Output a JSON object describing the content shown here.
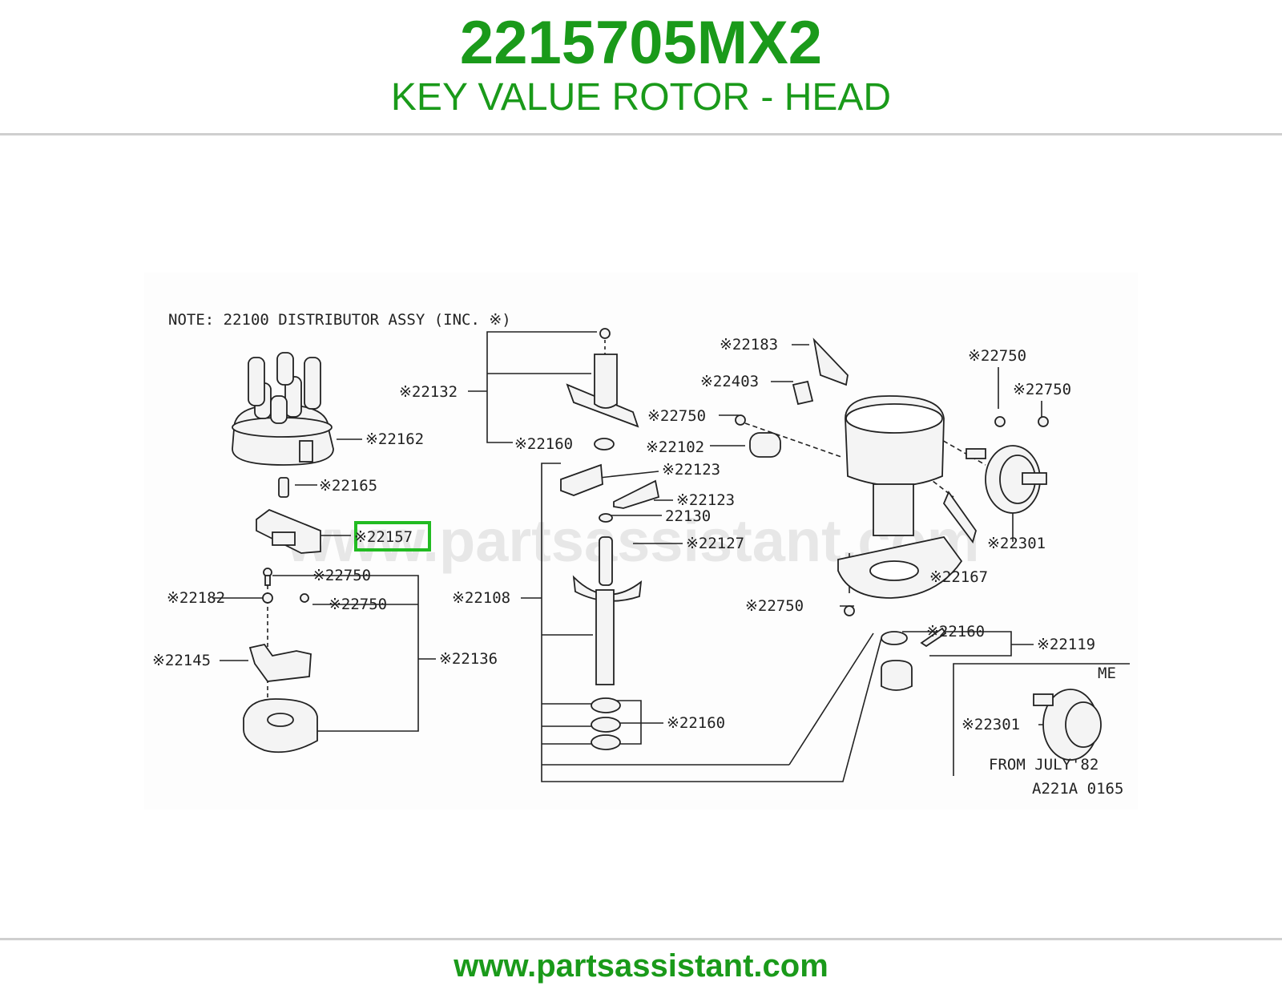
{
  "header": {
    "part_number": "2215705MX2",
    "part_name": "KEY VALUE ROTOR - HEAD"
  },
  "diagram": {
    "note": "NOTE: 22100 DISTRIBUTOR ASSY (INC. ※)",
    "highlighted_label": "※22157",
    "highlight_color": "#22bb22",
    "watermark": "www.partsassistant.com",
    "labels": {
      "l22132": "※22132",
      "l22160a": "※22160",
      "l22162": "※22162",
      "l22165": "※22165",
      "l22123a": "※22123",
      "l22123b": "※22123",
      "l22130": "22130",
      "l22127": "※22127",
      "l22750a": "※22750",
      "l22750b": "※22750",
      "l22182": "※22182",
      "l22136": "※22136",
      "l22145": "※22145",
      "l22108": "※22108",
      "l22160b": "※22160",
      "l22183": "※22183",
      "l22403": "※22403",
      "l22750c": "※22750",
      "l22102": "※22102",
      "l22750d": "※22750",
      "l22750e": "※22750",
      "l22301a": "※22301",
      "l22167": "※22167",
      "l22750f": "※22750",
      "l22160c": "※22160",
      "l22119": "※22119",
      "me": "ME",
      "l22301b": "※22301",
      "from_july": "FROM JULY'82",
      "ref": "A221A 0165"
    }
  },
  "footer": {
    "url": "www.partsassistant.com"
  }
}
